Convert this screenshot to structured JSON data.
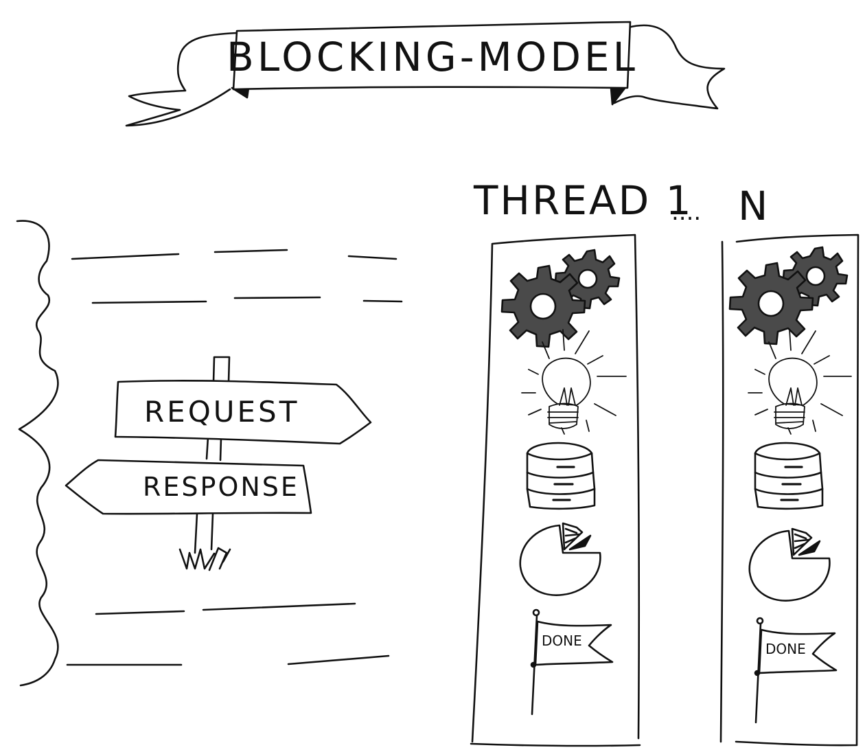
{
  "banner": {
    "title": "BLOCKING-MODEL"
  },
  "threads_heading": {
    "first": "THREAD 1",
    "ellipsis": "....",
    "last": "N"
  },
  "signpost": {
    "request": "REQUEST",
    "response": "RESPONSE"
  },
  "threads": [
    {
      "flag_text": "DONE"
    },
    {
      "flag_text": "DONE"
    }
  ],
  "colors": {
    "ink": "#111111",
    "gear_fill": "#4a4a4a",
    "paper": "#ffffff"
  }
}
